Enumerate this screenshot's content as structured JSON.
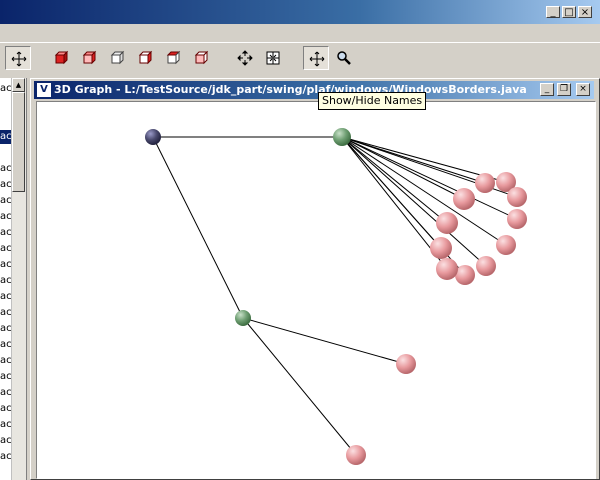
{
  "window": {
    "minimize_label": "_",
    "maximize_label": "□",
    "close_label": "×"
  },
  "toolbar": {
    "buttons": [
      {
        "icon": "move-icon",
        "pressed": true
      },
      {
        "icon": "red-cube-icon"
      },
      {
        "icon": "red-cube-icon"
      },
      {
        "icon": "outline-cube-icon"
      },
      {
        "icon": "red-cube-icon"
      },
      {
        "icon": "outline-cube-icon"
      },
      {
        "icon": "red-cube-icon"
      },
      {
        "icon": "pan-arrows-icon"
      },
      {
        "icon": "fit-grid-icon"
      },
      {
        "icon": "move-icon",
        "pressed": true
      },
      {
        "icon": "zoom-icon"
      }
    ]
  },
  "left_panel": {
    "row_fragments": [
      "ac",
      "ac",
      "ac",
      "ac",
      "ac",
      "ac",
      "ac",
      "ac",
      "ac",
      "ac",
      "ac",
      "ac",
      "ac",
      "ac",
      "ac",
      "ac",
      "ac",
      "ac",
      "ac",
      "ac",
      "ac"
    ]
  },
  "internal_frame": {
    "title": "3D Graph - L:/TestSource/jdk_part/swing/plaf/windows/WindowsBorders.java",
    "minimize_label": "_",
    "restore_label": "❐",
    "close_label": "×"
  },
  "tooltip": {
    "text": "Show/Hide Names"
  },
  "graph": {
    "colors": {
      "root": "#4a4a6e",
      "branch": "#6e9e72",
      "leaf": "#e89a9e",
      "edge": "#000000"
    },
    "nodes": [
      {
        "id": "root",
        "kind": "root"
      },
      {
        "id": "hub",
        "kind": "branch"
      },
      {
        "id": "mid",
        "kind": "branch"
      },
      {
        "id": "m1",
        "kind": "leaf"
      },
      {
        "id": "m2",
        "kind": "leaf"
      },
      {
        "id": "c1",
        "kind": "leaf"
      },
      {
        "id": "c2",
        "kind": "leaf"
      },
      {
        "id": "c3",
        "kind": "leaf"
      },
      {
        "id": "c4",
        "kind": "leaf"
      },
      {
        "id": "c5",
        "kind": "leaf"
      },
      {
        "id": "c6",
        "kind": "leaf"
      },
      {
        "id": "c7",
        "kind": "leaf"
      },
      {
        "id": "c8",
        "kind": "leaf"
      },
      {
        "id": "c9",
        "kind": "leaf"
      },
      {
        "id": "c10",
        "kind": "leaf"
      },
      {
        "id": "c11",
        "kind": "leaf"
      }
    ],
    "edges": [
      [
        "root",
        "hub"
      ],
      [
        "root",
        "mid"
      ],
      [
        "mid",
        "m1"
      ],
      [
        "mid",
        "m2"
      ],
      [
        "hub",
        "c1"
      ],
      [
        "hub",
        "c2"
      ],
      [
        "hub",
        "c3"
      ],
      [
        "hub",
        "c4"
      ],
      [
        "hub",
        "c5"
      ],
      [
        "hub",
        "c6"
      ],
      [
        "hub",
        "c7"
      ],
      [
        "hub",
        "c8"
      ],
      [
        "hub",
        "c9"
      ],
      [
        "hub",
        "c10"
      ],
      [
        "hub",
        "c11"
      ]
    ]
  }
}
